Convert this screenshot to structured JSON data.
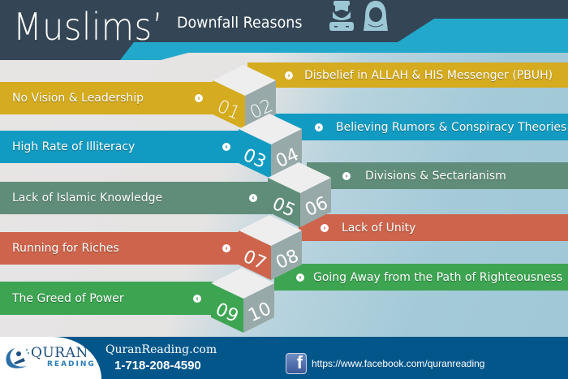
{
  "header": {
    "title": "Muslims’",
    "subtitle": "Downfall Reasons",
    "icons": [
      "man-figure-icon",
      "woman-hijab-figure-icon"
    ],
    "colors": {
      "dark": "#344656",
      "accent": "#21a8cb"
    }
  },
  "left_items": [
    {
      "number": "01",
      "label": "No Vision & Leadership",
      "color": "#d5ab1f"
    },
    {
      "number": "03",
      "label": "High Rate of Illiteracy",
      "color": "#129bc2"
    },
    {
      "number": "05",
      "label": "Lack of Islamic Knowledge",
      "color": "#5f8d79"
    },
    {
      "number": "07",
      "label": "Running for Riches",
      "color": "#cd644b"
    },
    {
      "number": "09",
      "label": "The Greed of Power",
      "color": "#3da552"
    }
  ],
  "right_items": [
    {
      "number": "02",
      "label": "Disbelief in ALLAH & HIS Messenger (PBUH)",
      "color": "#d5ab1f"
    },
    {
      "number": "04",
      "label": "Believing Rumors & Conspiracy Theories",
      "color": "#129bc2"
    },
    {
      "number": "06",
      "label": "Divisions & Sectarianism",
      "color": "#5f8d79"
    },
    {
      "number": "08",
      "label": "Lack of Unity",
      "color": "#cd644b"
    },
    {
      "number": "10",
      "label": "Going Away from the Path of Righteousness",
      "color": "#3da552"
    }
  ],
  "footer": {
    "logo_main": "QURAN",
    "logo_sub": "READING",
    "website": "QuranReading.com",
    "phone": "1-718-208-4590",
    "facebook_letter": "f",
    "facebook_url": "https://www.facebook.com/quranreading",
    "color": "#03568a"
  }
}
